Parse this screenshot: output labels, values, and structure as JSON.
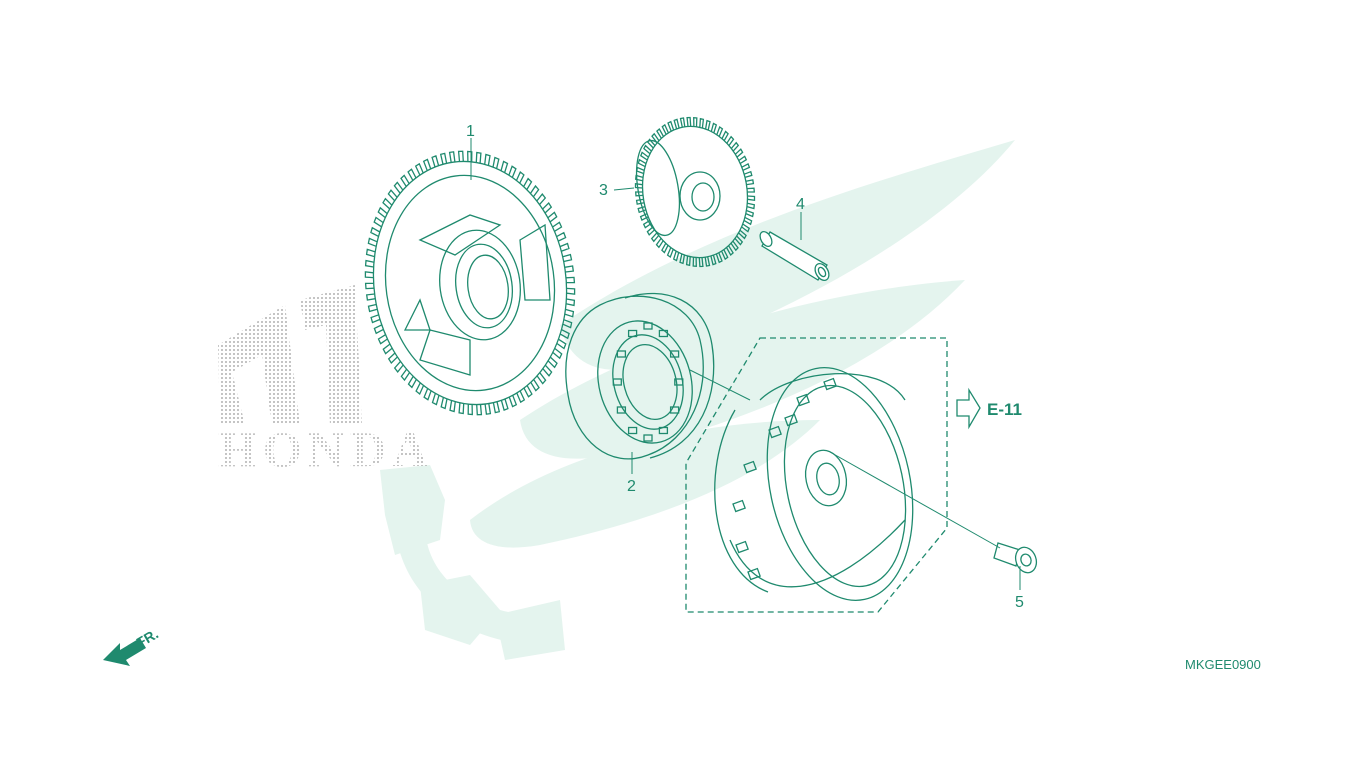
{
  "diagram": {
    "brand_watermark": "HONDA",
    "parts": [
      {
        "callout": "1",
        "name": "starter driven gear"
      },
      {
        "callout": "2",
        "name": "starter clutch"
      },
      {
        "callout": "3",
        "name": "starter idle gear"
      },
      {
        "callout": "4",
        "name": "idle gear shaft"
      },
      {
        "callout": "5",
        "name": "flywheel bolt"
      }
    ],
    "reference": {
      "label": "E-11"
    },
    "direction": {
      "label": "FR."
    },
    "drawing_code": "MKGEE0900",
    "colors": {
      "line": "#1f8a6e",
      "watermark": "#e3f3ee",
      "dots": "#9a9a9a",
      "background": "#ffffff"
    },
    "icons": [
      "honda-wing-watermark",
      "gear-watermark",
      "front-arrow-icon",
      "reference-arrow-icon"
    ]
  }
}
